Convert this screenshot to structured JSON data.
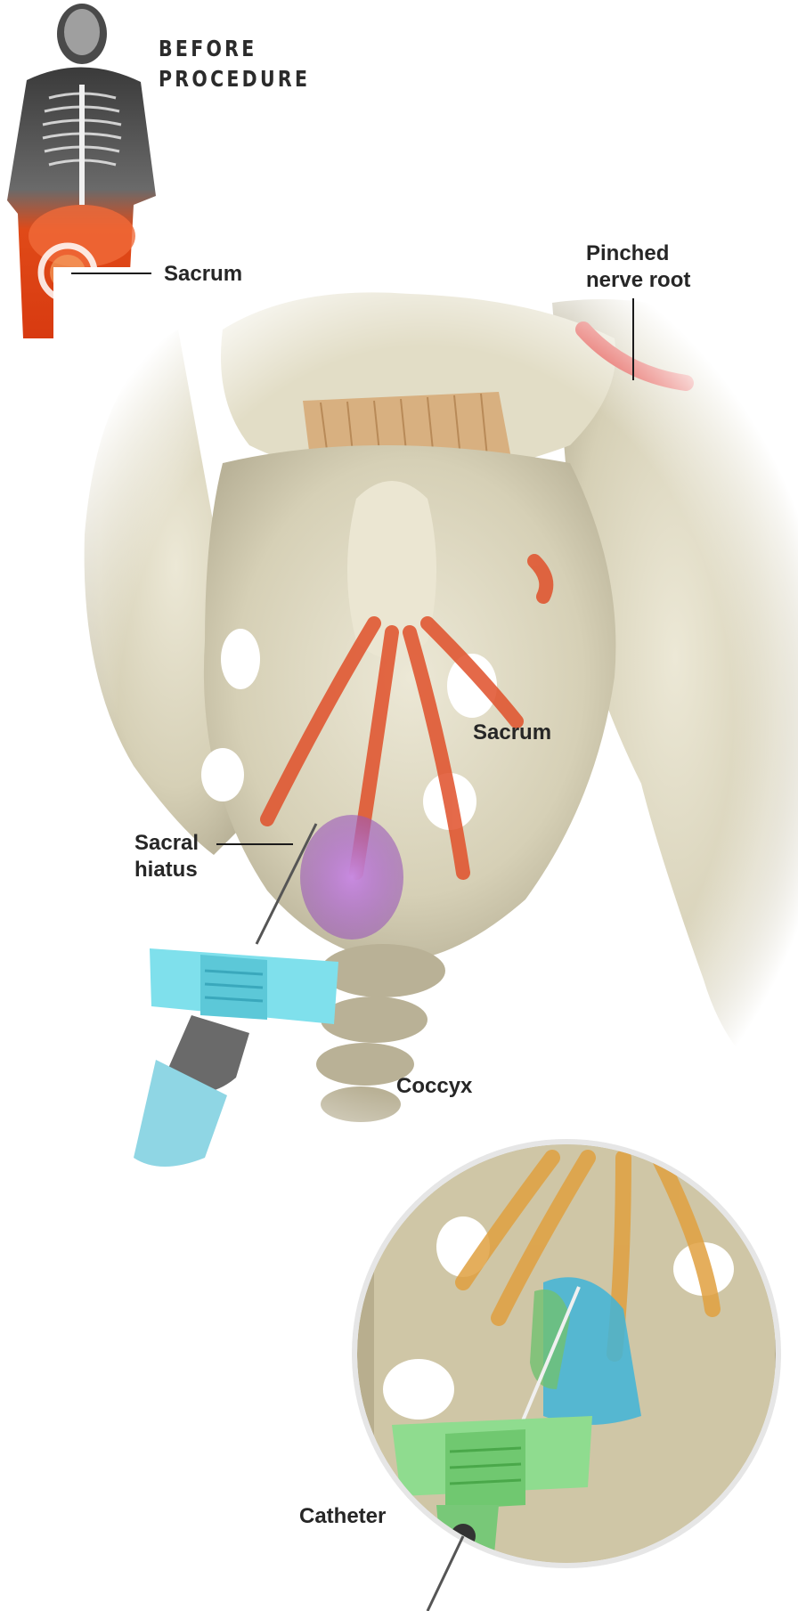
{
  "header": {
    "line1": "BEFORE",
    "line2": "PROCEDURE"
  },
  "labels": {
    "sacrum_figure": "Sacrum",
    "pinched_line1": "Pinched",
    "pinched_line2": "nerve root",
    "sacrum_main": "Sacrum",
    "hiatus_line1": "Sacral",
    "hiatus_line2": "hiatus",
    "coccyx": "Coccyx",
    "catheter": "Catheter"
  },
  "colors": {
    "bone": "#ddd8c0",
    "bone_shadow": "#b9b298",
    "nerve": "#e0502a",
    "needle_hub_main": "#7fe0ec",
    "needle_hub_inset": "#8fdc8f",
    "spinal_canal": "#b070c8",
    "spinal_canal_inset": "#3fb4d8"
  }
}
